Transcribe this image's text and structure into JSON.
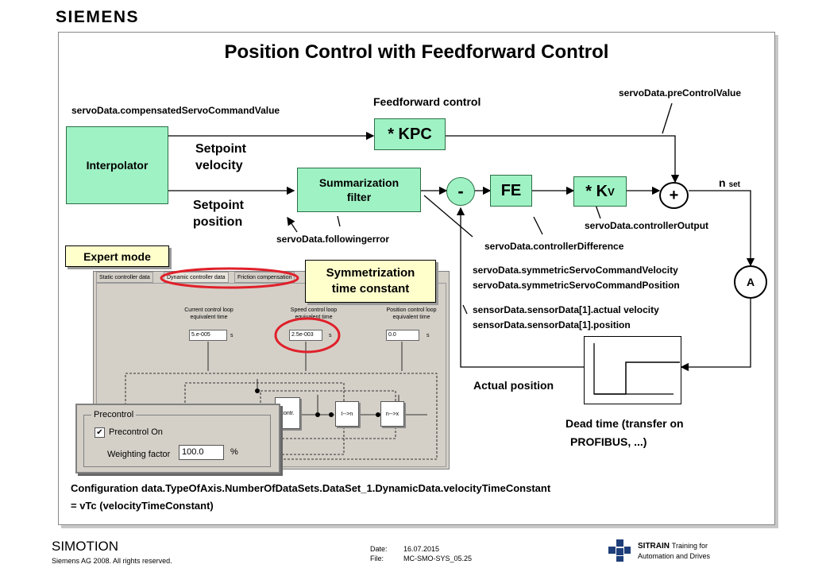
{
  "brand": {
    "logo": "SIEMENS"
  },
  "title": "Position Control with Feedforward Control",
  "labels": {
    "compensated": "servoData.compensatedServoCommandValue",
    "feedforward": "Feedforward control",
    "precontrol_value": "servoData.preControlValue",
    "kpc": "* KPC",
    "interpolator": "Interpolator",
    "setpoint_velocity_1": "Setpoint",
    "setpoint_velocity_2": "velocity",
    "setpoint_position_1": "Setpoint",
    "setpoint_position_2": "position",
    "summarization_1": "Summarization",
    "summarization_2": "filter",
    "minus": "-",
    "fe": "FE",
    "kv_main": "* K",
    "kv_sub": "V",
    "plus": "+",
    "n_set_main": "n",
    "n_set_sub": "set",
    "controller_output": "servoData.controllerOutput",
    "following_error": "servoData.followingerror",
    "controller_difference": "servoData.controllerDifference",
    "expert_mode": "Expert mode",
    "symmetrization_1": "Symmetrization",
    "symmetrization_2": "time constant",
    "sym_velocity": "servoData.symmetricServoCommandVelocity",
    "sym_position": "servoData.symmetricServoCommandPosition",
    "amp": "A",
    "sensor_velocity": "sensorData.sensorData[1].actual velocity",
    "sensor_position": "sensorData.sensorData[1].position",
    "actual_position": "Actual position",
    "dead_time_1": "Dead time (transfer on",
    "dead_time_2": "PROFIBUS, ...)",
    "config_1": "Configuration  data.TypeOfAxis.NumberOfDataSets.DataSet_1.DynamicData.velocityTimeConstant",
    "config_2": "= vTc (velocityTimeConstant)"
  },
  "screenshot": {
    "tabs": [
      "Static controller data",
      "Dynamic controller data",
      "Friction compensation"
    ],
    "current_loop_label": "Current control loop equivalent time",
    "speed_loop_label": "Speed control loop equivalent time",
    "position_loop_label": "Position control loop equivalent time",
    "current_value": "5.e-005",
    "speed_value": "2.5e-003",
    "position_value": "0.0",
    "unit": "s",
    "blocks": [
      "contr.",
      "I-->n",
      "n-->x"
    ]
  },
  "precontrol": {
    "title": "Precontrol",
    "checkbox_label": "Precontrol On",
    "checkbox_mark": "✔",
    "weighting_label": "Weighting factor",
    "weighting_value": "100.0",
    "weighting_unit": "%"
  },
  "footer": {
    "product": "SIMOTION",
    "copyright": "Siemens AG 2008. All rights reserved.",
    "date_label": "Date:",
    "date_value": "16.07.2015",
    "file_label": "File:",
    "file_value": "MC-SMO-SYS_05.25",
    "sitrain": "SITRAIN",
    "training_1": "Training for",
    "training_2": "Automation and Drives"
  }
}
